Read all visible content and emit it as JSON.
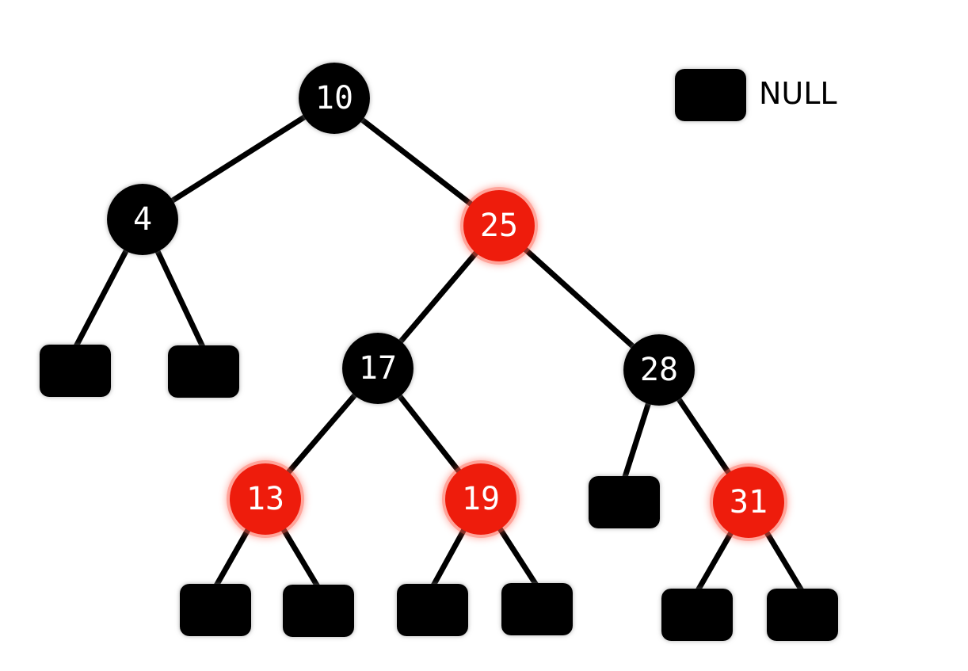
{
  "legend": {
    "label": "NULL"
  },
  "colors": {
    "black_node": "#000000",
    "red_node": "#ee1c0c",
    "red_glow": "#ff5a4a",
    "null_leaf": "#000000",
    "edge": "#000000"
  },
  "tree": {
    "nodes": [
      {
        "id": "n10",
        "label": "10",
        "color": "black"
      },
      {
        "id": "n4",
        "label": "4",
        "color": "black"
      },
      {
        "id": "n25",
        "label": "25",
        "color": "red"
      },
      {
        "id": "n17",
        "label": "17",
        "color": "black"
      },
      {
        "id": "n28",
        "label": "28",
        "color": "black"
      },
      {
        "id": "n13",
        "label": "13",
        "color": "red"
      },
      {
        "id": "n19",
        "label": "19",
        "color": "red"
      },
      {
        "id": "n31",
        "label": "31",
        "color": "red"
      }
    ],
    "edges": [
      [
        "n10",
        "n4"
      ],
      [
        "n10",
        "n25"
      ],
      [
        "n4",
        "leaf1"
      ],
      [
        "n4",
        "leaf2"
      ],
      [
        "n25",
        "n17"
      ],
      [
        "n25",
        "n28"
      ],
      [
        "n17",
        "n13"
      ],
      [
        "n17",
        "n19"
      ],
      [
        "n28",
        "leaf3"
      ],
      [
        "n28",
        "n31"
      ],
      [
        "n13",
        "leaf4"
      ],
      [
        "n13",
        "leaf5"
      ],
      [
        "n19",
        "leaf6"
      ],
      [
        "n19",
        "leaf7"
      ],
      [
        "n31",
        "leaf8"
      ],
      [
        "n31",
        "leaf9"
      ]
    ]
  }
}
